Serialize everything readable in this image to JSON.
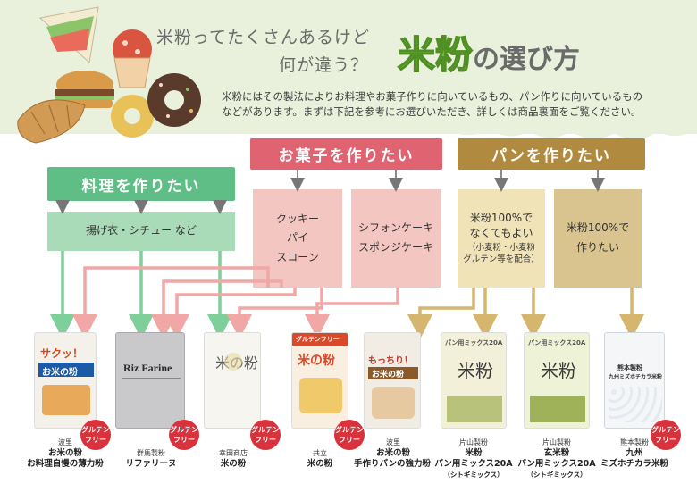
{
  "title": {
    "line1": "米粉ってたくさんあるけど",
    "line2": "何が違う？",
    "main_kome": "米粉",
    "main_rest": "の選び方"
  },
  "intro": {
    "line1": "米粉にはその製法によりお料理やお菓子作りに向いているもの、パン作りに向いているもの",
    "line2": "などがあります。まずは下記を参考にお選びいただき、詳しくは商品裏面をご覧ください。"
  },
  "categories": {
    "cooking": "料理を作りたい",
    "sweets": "お菓子を作りたい",
    "bread": "パンを作りたい"
  },
  "uses": {
    "cooking": "揚げ衣・シチュー など",
    "sweets1": [
      "クッキー",
      "パイ",
      "スコーン"
    ],
    "sweets2": [
      "シフォンケーキ",
      "スポンジケーキ"
    ],
    "bread1": [
      "米粉100%で",
      "なくてもよい",
      "（小麦粉・小麦粉",
      "グルテン等を配合）"
    ],
    "bread2": [
      "米粉100%で",
      "作りたい"
    ]
  },
  "badge": {
    "line1": "グルテン",
    "line2": "フリー"
  },
  "products": [
    {
      "maker": "波里",
      "name1": "お米の粉",
      "name2": "お料理自慢の薄力粉",
      "note": "",
      "pkg": "サクッ！",
      "pkg2": "お米の粉",
      "gf": true
    },
    {
      "maker": "群馬製粉",
      "name1": "リファリーヌ",
      "name2": "",
      "note": "",
      "pkg": "Riz Farine",
      "pkg2": "",
      "gf": true
    },
    {
      "maker": "幸田商店",
      "name1": "米の粉",
      "name2": "",
      "note": "",
      "pkg": "米の粉",
      "pkg2": "",
      "gf": true
    },
    {
      "maker": "共立",
      "name1": "米の粉",
      "name2": "",
      "note": "",
      "pkg": "米の粉",
      "pkg2": "グルテンフリー",
      "gf": true
    },
    {
      "maker": "波里",
      "name1": "お米の粉",
      "name2": "手作りパンの強力粉",
      "note": "",
      "pkg": "もっちり！",
      "pkg2": "お米の粉",
      "gf": false
    },
    {
      "maker": "片山製粉",
      "name1": "米粉",
      "name2": "パン用ミックス20A",
      "note": "（シトギミックス）",
      "pkg": "パン用ミックス20A",
      "pkg2": "米粉",
      "gf": false
    },
    {
      "maker": "片山製粉",
      "name1": "玄米粉",
      "name2": "パン用ミックス20A",
      "note": "（シトギミックス）",
      "pkg": "パン用ミックス20A",
      "pkg2": "米粉",
      "gf": false
    },
    {
      "maker": "熊本製粉",
      "name1": "九州",
      "name2": "ミズホチカラ米粉",
      "note": "",
      "pkg": "熊本製粉",
      "pkg2": "九州ミズホチカラ米粉",
      "gf": true
    }
  ],
  "colors": {
    "green": "#5fbd86",
    "pink": "#e06372",
    "brown": "#b08a3e",
    "title_green": "#7cbf3c",
    "badge_red": "#d8323c"
  }
}
